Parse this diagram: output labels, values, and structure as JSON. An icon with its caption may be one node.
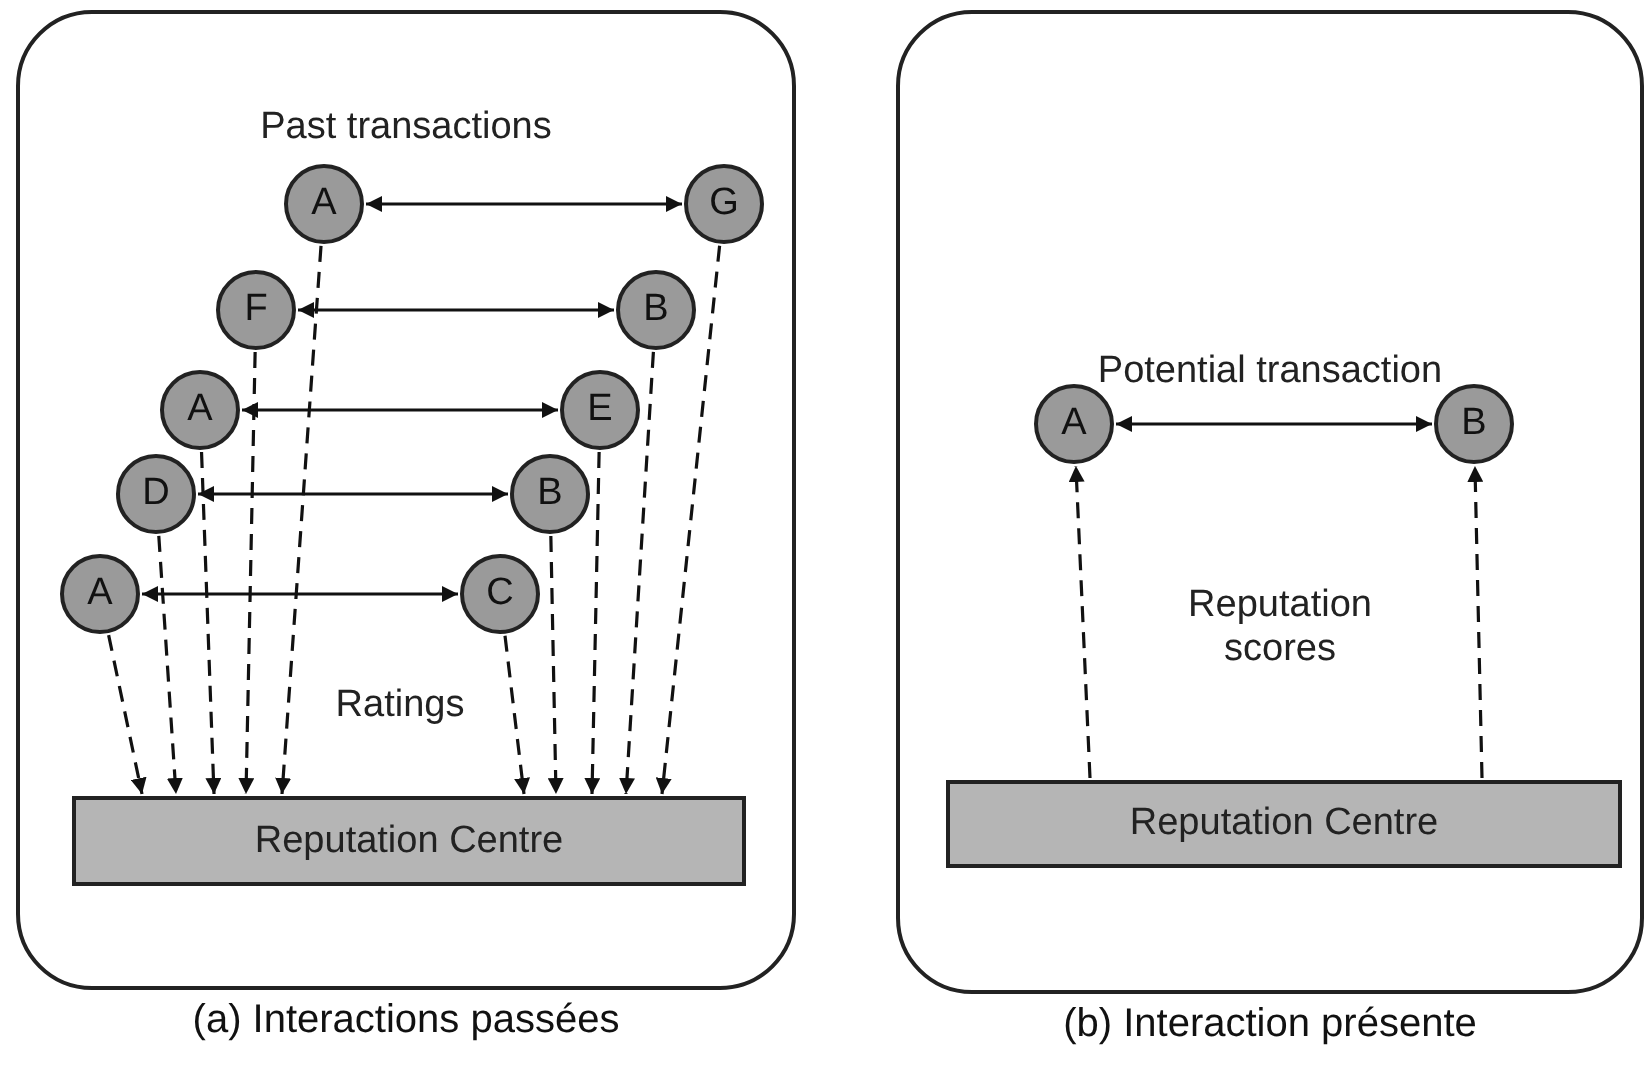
{
  "diagram": {
    "nodes": [
      {
        "text": [
          "Past transactions"
        ],
        "beside": [
          "(a) Interactions passées"
        ]
      },
      {
        "text": [
          "A"
        ],
        "in": 0
      },
      {
        "text": [
          "G"
        ],
        "in": 0
      },
      {
        "text": [
          "F"
        ],
        "in": 0
      },
      {
        "text": [
          "B"
        ],
        "in": 0
      },
      {
        "text": [
          "A"
        ],
        "in": 0
      },
      {
        "text": [
          "E"
        ],
        "in": 0
      },
      {
        "text": [
          "D"
        ],
        "in": 0
      },
      {
        "text": [
          "B"
        ],
        "in": 0
      },
      {
        "text": [
          "A"
        ],
        "in": 0
      },
      {
        "text": [
          "C"
        ],
        "in": 0
      },
      {
        "text": [
          "Reputation Centre"
        ],
        "in": 0
      },
      {
        "text": [
          "Potential transaction"
        ],
        "beside": [
          "(b) Interaction présente"
        ]
      },
      {
        "text": [
          "A"
        ],
        "in": 12
      },
      {
        "text": [
          "B"
        ],
        "in": 12
      },
      {
        "text": [
          "Reputation Centre"
        ],
        "in": 12
      }
    ],
    "edges": [
      {
        "from": 1,
        "to": 2,
        "arrow": "both"
      },
      {
        "from": 3,
        "to": 4,
        "arrow": "both"
      },
      {
        "from": 5,
        "to": 6,
        "arrow": "both"
      },
      {
        "from": 7,
        "to": 8,
        "arrow": "both"
      },
      {
        "from": 9,
        "to": 10,
        "arrow": "both"
      },
      {
        "from": 9,
        "to": 11,
        "arrow": "to",
        "style": "dashed"
      },
      {
        "from": 7,
        "to": 11,
        "arrow": "to",
        "style": "dashed"
      },
      {
        "from": 5,
        "to": 11,
        "arrow": "to",
        "style": "dashed"
      },
      {
        "from": 3,
        "to": 11,
        "arrow": "to",
        "style": "dashed"
      },
      {
        "from": 1,
        "to": 11,
        "arrow": "to",
        "style": "dashed"
      },
      {
        "from": 10,
        "to": 11,
        "arrow": "to",
        "style": "dashed"
      },
      {
        "from": 8,
        "to": 11,
        "arrow": "to",
        "style": "dashed"
      },
      {
        "from": 6,
        "to": 11,
        "arrow": "to",
        "style": "dashed"
      },
      {
        "from": 4,
        "to": 11,
        "arrow": "to",
        "style": "dashed"
      },
      {
        "from": 2,
        "to": 11,
        "arrow": "to",
        "style": "dashed"
      },
      {
        "from": 13,
        "to": 14,
        "arrow": "both"
      },
      {
        "from": 15,
        "to": 13,
        "arrow": "to",
        "style": "dashed"
      },
      {
        "from": 15,
        "to": 14,
        "arrow": "to",
        "style": "dashed"
      }
    ],
    "labels": [
      "Ratings",
      "Reputation scores"
    ]
  }
}
